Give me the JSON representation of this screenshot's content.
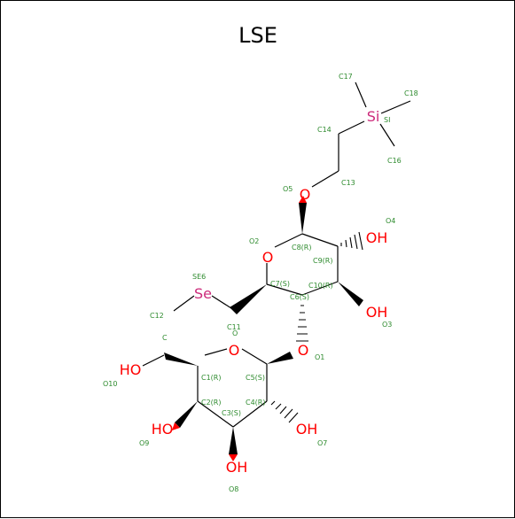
{
  "title": "LSE",
  "colors": {
    "carbon": "#000000",
    "oxygen": "#ff0000",
    "selenium": "#cc2a7a",
    "silicon": "#cc2a7a",
    "label": "#2e8b2e",
    "background": "#ffffff",
    "border": "#000000"
  },
  "atoms": {
    "si": "Si",
    "se": "Se",
    "o_ring1": "O",
    "o_ring2": "O",
    "o5": "O",
    "o1": "O",
    "oh4": "OH",
    "oh3": "OH",
    "ho10": "HO",
    "ho9": "HO",
    "oh7": "OH",
    "oh8": "OH"
  },
  "labels": {
    "c17": "C17",
    "c18": "C18",
    "si": "SI",
    "c14": "C14",
    "c16": "C16",
    "c13": "C13",
    "o5": "O5",
    "o4": "O4",
    "o2": "O2",
    "c8": "C8(R)",
    "c9": "C9(R)",
    "se6": "SE6",
    "c7": "C7(S)",
    "c10": "C10(R)",
    "c6": "C6(S)",
    "c12": "C12",
    "o3": "O3",
    "c11": "C11",
    "o_small": "O",
    "o1": "O1",
    "c": "C",
    "c1": "C1(R)",
    "c5": "C5(S)",
    "o10": "O10",
    "c2": "C2(R)",
    "c4": "C4(R)",
    "c3": "C3(S)",
    "o9": "O9",
    "o7": "O7",
    "o8": "O8"
  }
}
